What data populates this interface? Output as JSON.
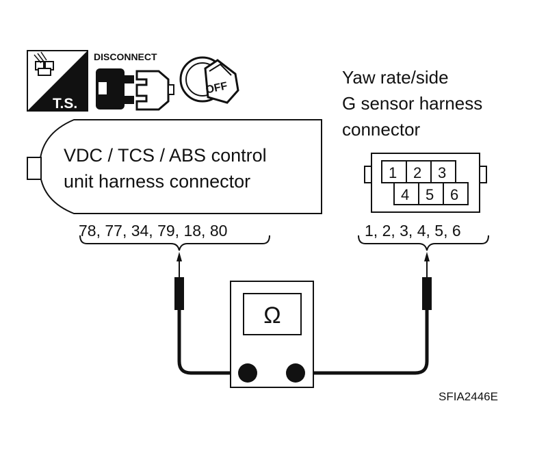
{
  "icons": {
    "ts_label": "T.S.",
    "disconnect_label": "DISCONNECT",
    "ignition_label": "OFF"
  },
  "ecu_connector": {
    "label_line1": "VDC / TCS / ABS control",
    "label_line2": "unit harness connector",
    "terminals": "78, 77, 34, 79, 18, 80"
  },
  "sensor_connector": {
    "label_line1": "Yaw rate/side",
    "label_line2": "G sensor harness",
    "label_line3": "connector",
    "pins_top": [
      "1",
      "2",
      "3"
    ],
    "pins_bottom": [
      "4",
      "5",
      "6"
    ],
    "terminals": "1, 2, 3, 4, 5, 6"
  },
  "meter": {
    "symbol": "Ω"
  },
  "figure_code": "SFIA2446E"
}
